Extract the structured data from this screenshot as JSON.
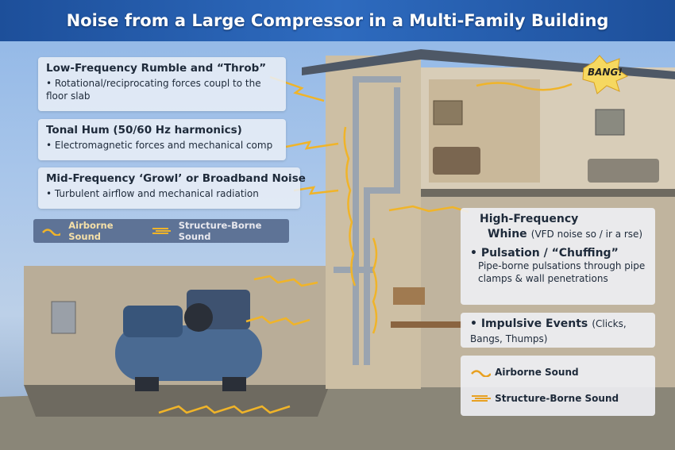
{
  "title": "Noise from a Large Compressor in a Multi-Family Building",
  "left_panels": [
    {
      "heading": "Low-Frequency Rumble and “Throb”",
      "bullet": "Rotational/reciprocating forces coupl to the floor slab"
    },
    {
      "heading": "Tonal Hum (50/60 Hz harmonics)",
      "bullet": "Electromagnetic forces and mechanical comp"
    },
    {
      "heading": "Mid-Frequency ‘Growl’ or Broadband Noise",
      "bullet": "Turbulent airflow and mechanical radiation"
    }
  ],
  "legend": {
    "airborne": "Airborne Sound",
    "structure": "Structure-Borne Sound"
  },
  "right_panels": {
    "high_freq_title_1": "High-Frequency",
    "high_freq_title_2": "Whine",
    "high_freq_note": "(VFD noise so / ir a rse)",
    "pulsation_title": "Pulsation / “Chuffing”",
    "pulsation_text": "Pipe-borne pulsations through pipe clamps & wall penetrations",
    "impulsive_title": "Impulsive Events",
    "impulsive_note": "(Clicks, Bangs, Thumps)"
  },
  "bang_label": "BANG!",
  "colors": {
    "title_bar": "#1d4f9a",
    "sound": "#f0b429",
    "brick": "#c8b89c"
  }
}
